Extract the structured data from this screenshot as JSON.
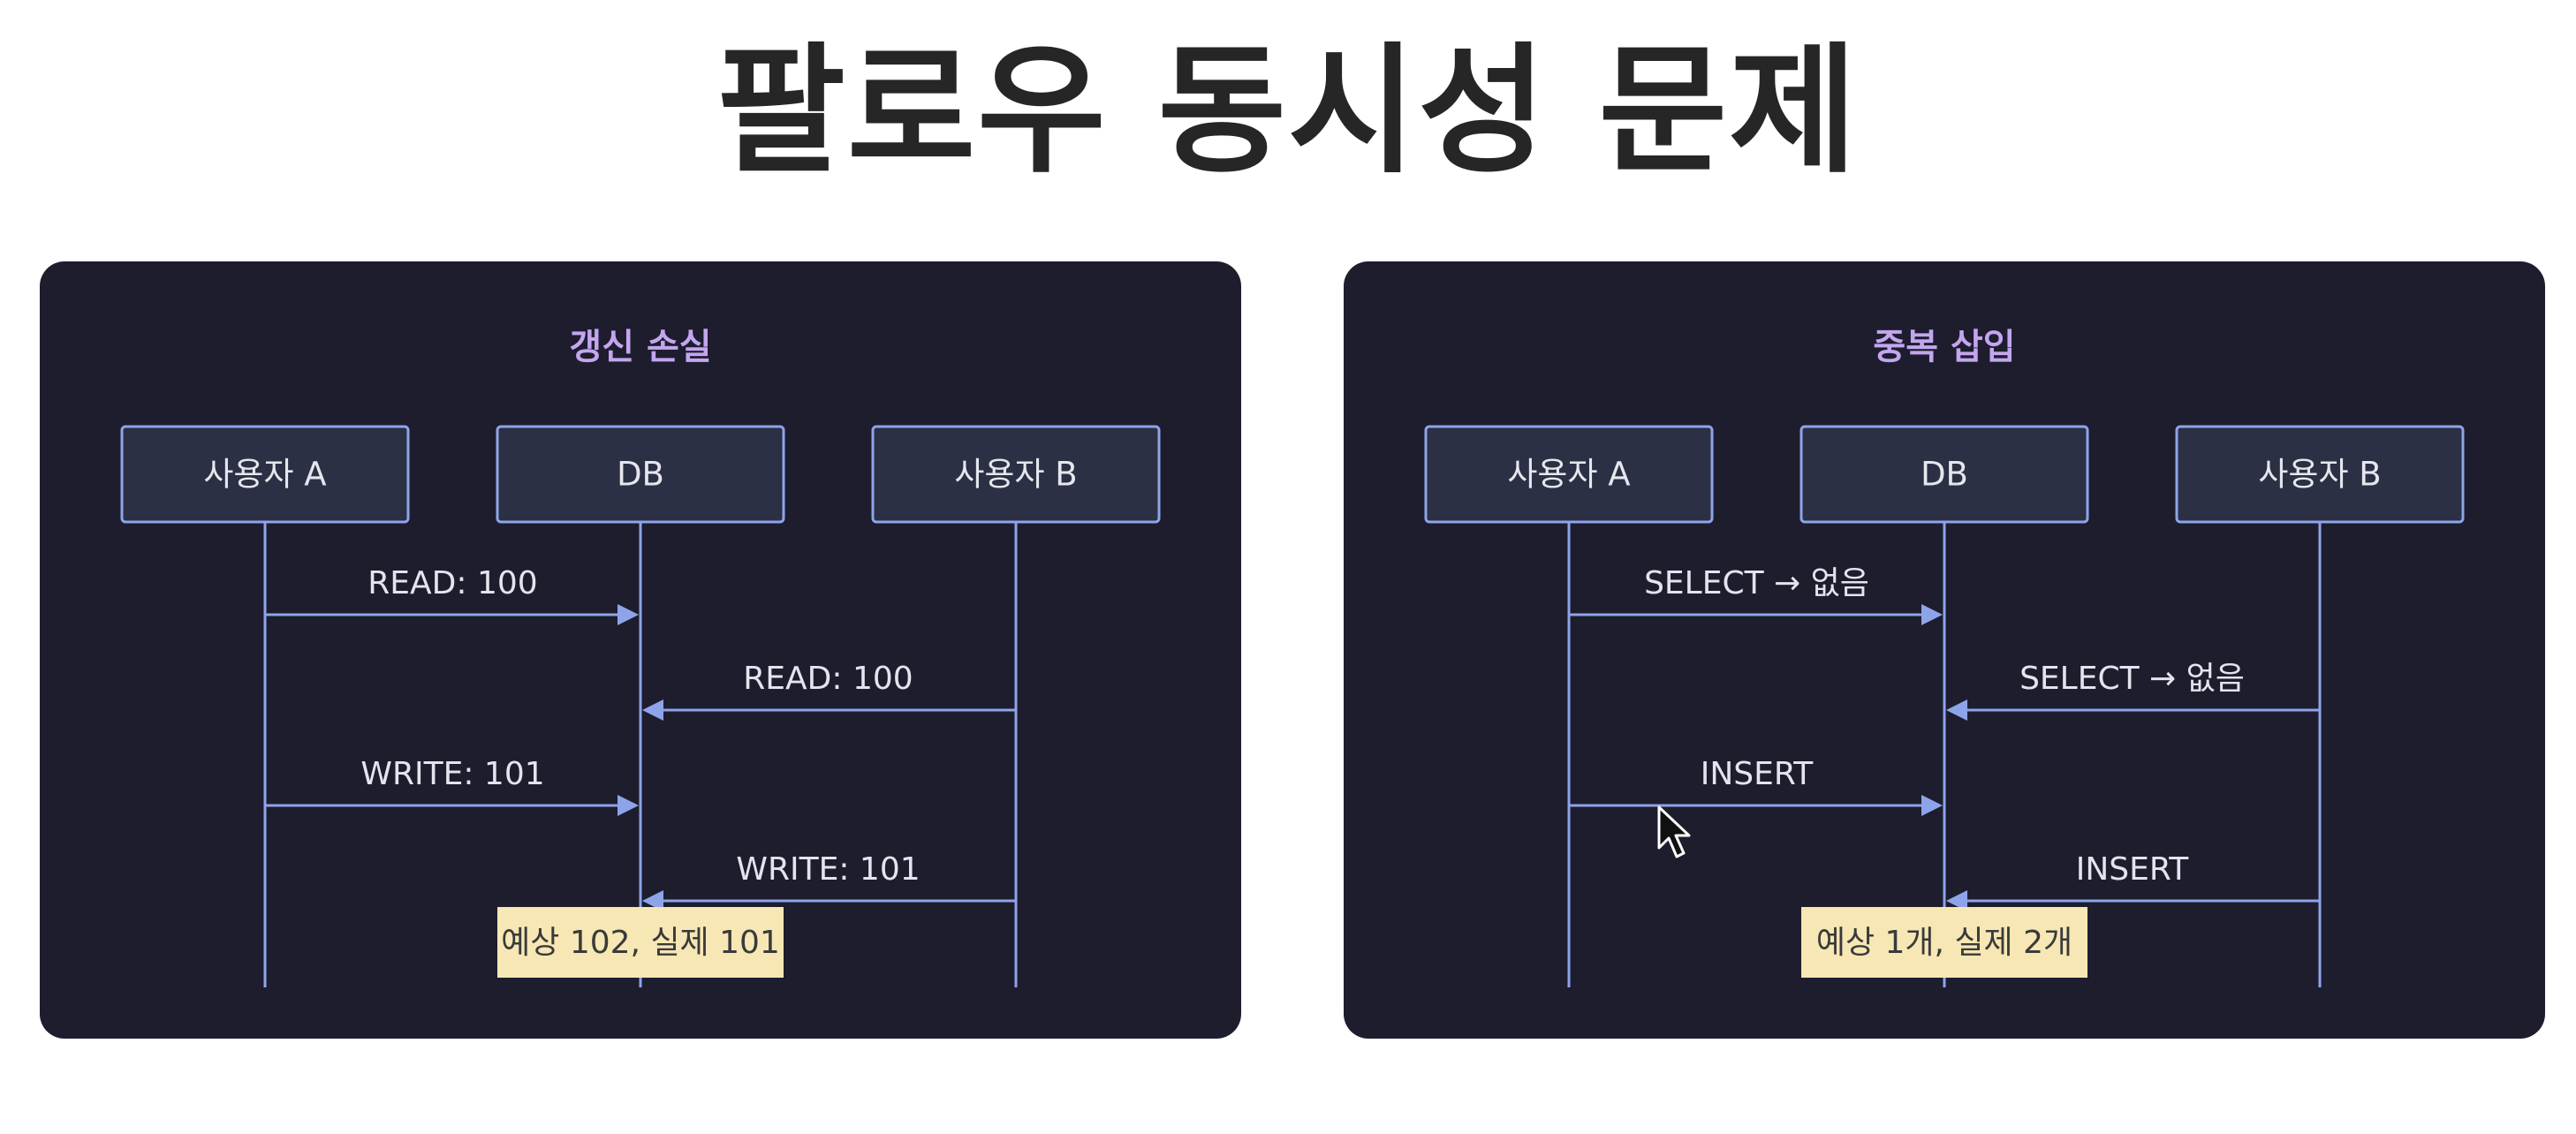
{
  "title": "팔로우 동시성 문제",
  "diagrams": [
    {
      "title": "갱신 손실",
      "participants": [
        "사용자 A",
        "DB",
        "사용자 B"
      ],
      "messages": [
        {
          "from": 0,
          "to": 1,
          "label": "READ: 100"
        },
        {
          "from": 2,
          "to": 1,
          "label": "READ: 100"
        },
        {
          "from": 0,
          "to": 1,
          "label": "WRITE: 101"
        },
        {
          "from": 2,
          "to": 1,
          "label": "WRITE: 101"
        }
      ],
      "note": "예상 102, 실제 101"
    },
    {
      "title": "중복 삽입",
      "participants": [
        "사용자 A",
        "DB",
        "사용자 B"
      ],
      "messages": [
        {
          "from": 0,
          "to": 1,
          "label": "SELECT → 없음"
        },
        {
          "from": 2,
          "to": 1,
          "label": "SELECT → 없음"
        },
        {
          "from": 0,
          "to": 1,
          "label": "INSERT"
        },
        {
          "from": 2,
          "to": 1,
          "label": "INSERT"
        }
      ],
      "note": "예상 1개, 실제 2개"
    }
  ],
  "colors": {
    "panel_bg": "#1d1d2e",
    "box_fill": "#2c3044",
    "line": "#8ea4ea",
    "panel_title": "#c3a6ee",
    "note_fill": "#f6e7b4"
  },
  "icons": {
    "cursor": "mouse-pointer-icon"
  }
}
